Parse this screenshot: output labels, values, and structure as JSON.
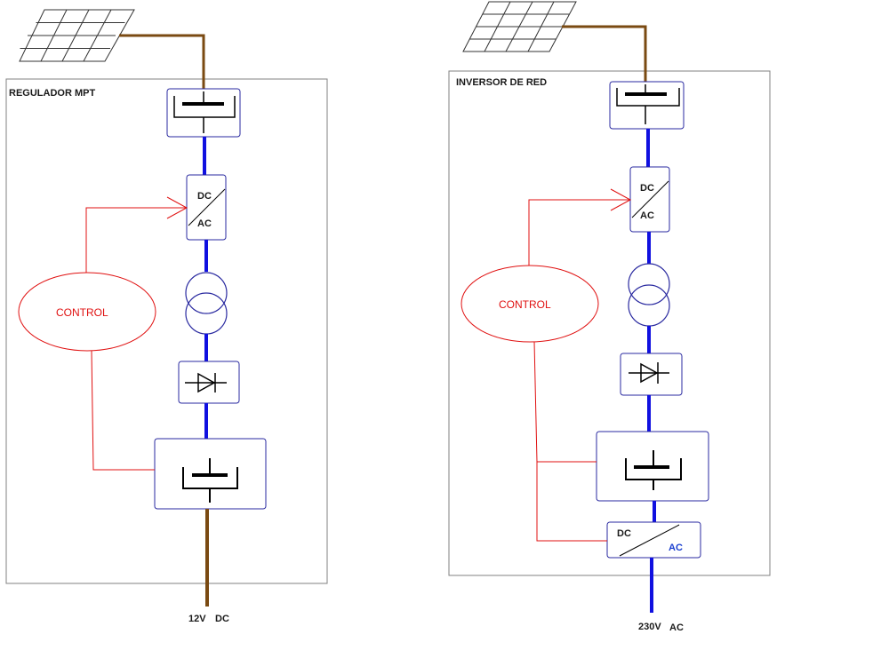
{
  "diagram": {
    "left": {
      "title": "REGULADOR MPT",
      "converter": {
        "top": "DC",
        "bottom": "AC"
      },
      "control": "CONTROL",
      "output": {
        "voltage": "12V",
        "type": "DC"
      }
    },
    "right": {
      "title": "INVERSOR DE RED",
      "converter": {
        "top": "DC",
        "bottom": "AC"
      },
      "control": "CONTROL",
      "inverter": {
        "left": "DC",
        "right": "AC"
      },
      "output": {
        "voltage": "230V",
        "type": "AC"
      }
    },
    "colors": {
      "dc_bus": "#1010e0",
      "solar_wire": "#7a4a12",
      "control_line": "#e01010",
      "box_border": "#2a2aa0",
      "frame": "#808080"
    }
  }
}
